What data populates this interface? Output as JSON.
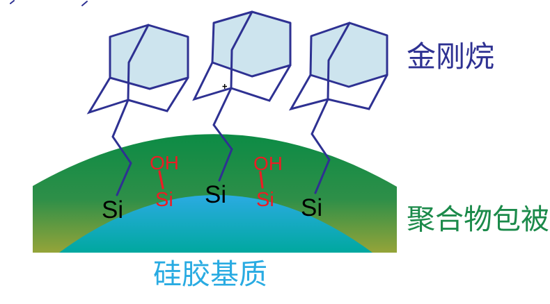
{
  "diagram": {
    "adamantane_label": "金刚烷",
    "polymer_label": "聚合物包被",
    "silica_label": "硅胶基质",
    "si_atoms_black": [
      "Si",
      "Si",
      "Si"
    ],
    "si_atoms_red": [
      "Si",
      "Si"
    ],
    "oh_groups": [
      "OH",
      "OH"
    ]
  },
  "colors": {
    "background": "#ffffff",
    "line_navy": "#2e3192",
    "cage_fill": "#cde4ee",
    "label_blue": "#2e3192",
    "label_green": "#1b8a4a",
    "label_cyan": "#29abe2",
    "red": "#ed1c24",
    "black": "#000000",
    "dome_top": "#0c8b45",
    "dome_mid": "#2e8f48",
    "dome_bottom": "#95a439",
    "sphere_top": "#2babe2",
    "sphere_bottom": "#00a89f"
  }
}
